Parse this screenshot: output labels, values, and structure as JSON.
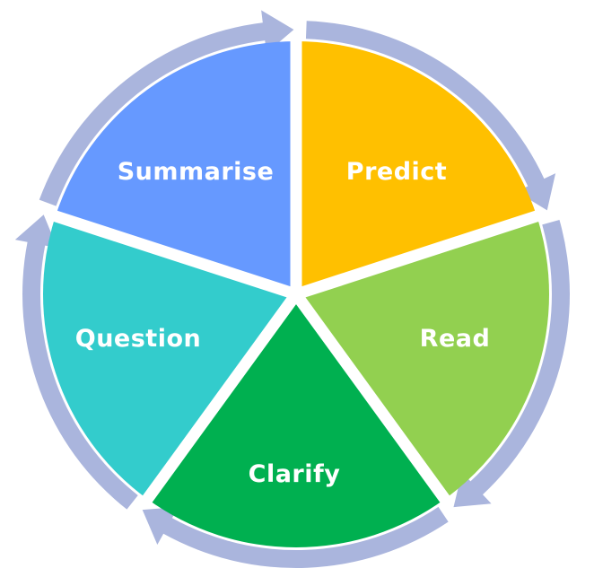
{
  "diagram": {
    "type": "cycle",
    "ring_color": "#aab5dd",
    "background": "#ffffff",
    "segments": [
      {
        "label": "Predict",
        "color": "#ffc000"
      },
      {
        "label": "Read",
        "color": "#92d050"
      },
      {
        "label": "Clarify",
        "color": "#00b050"
      },
      {
        "label": "Question",
        "color": "#33cccc"
      },
      {
        "label": "Summarise",
        "color": "#6699ff"
      }
    ]
  }
}
